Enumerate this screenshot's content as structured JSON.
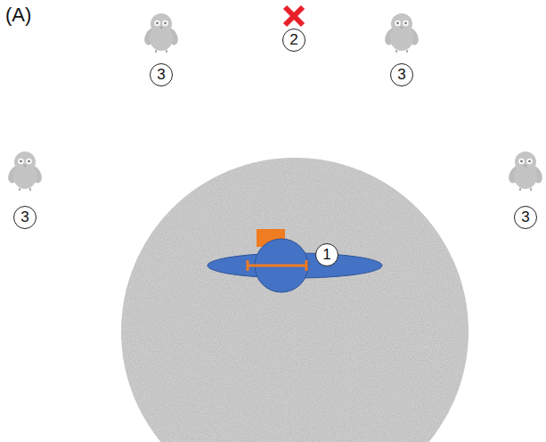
{
  "diagram": {
    "labels": [
      "(A)",
      "3",
      "2",
      "3",
      "3",
      "3",
      "1"
    ]
  }
}
